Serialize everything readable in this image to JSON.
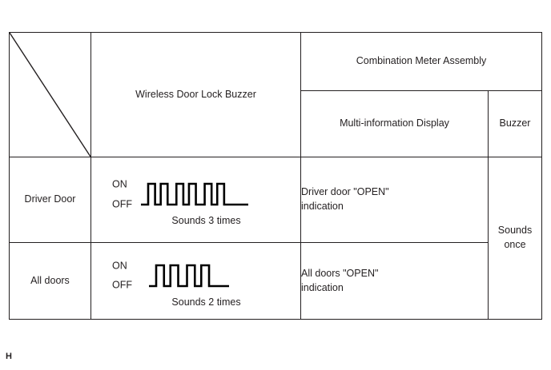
{
  "table": {
    "corner_cell": {
      "label": "",
      "diagonal": true
    },
    "headers": {
      "wireless_buzzer": "Wireless Door Lock Buzzer",
      "combination_meter": "Combination Meter Assembly",
      "multi_info_display": "Multi-information Display",
      "buzzer": "Buzzer"
    },
    "rows": [
      {
        "condition": "Driver Door",
        "waveform": {
          "on_label": "ON",
          "off_label": "OFF",
          "caption": "Sounds 3 times",
          "groups": 3,
          "pulses_per_group": 2
        },
        "display_indication": "Driver door \"OPEN\"\nindication"
      },
      {
        "condition": "All doors",
        "waveform": {
          "on_label": "ON",
          "off_label": "OFF",
          "caption": "Sounds 2 times",
          "groups": 2,
          "pulses_per_group": 2
        },
        "display_indication": "All doors \"OPEN\"\nindication"
      }
    ],
    "buzzer_value": "Sounds once"
  },
  "corner_marker": "H",
  "colors": {
    "border": "#231f20",
    "text": "#231f20",
    "background": "#ffffff",
    "waveform": "#000000"
  }
}
